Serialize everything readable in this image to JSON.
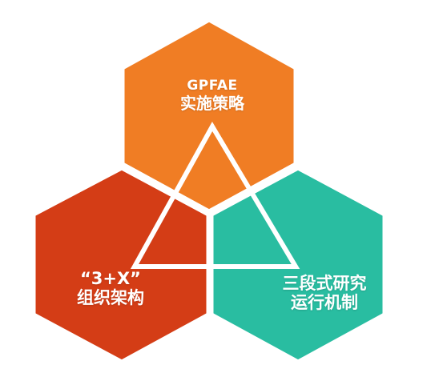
{
  "colors": {
    "top_hex": "#f07d24",
    "left_hex": "#d43d16",
    "right_hex": "#29bda1",
    "gap": "#ffffff",
    "triangle_stroke": "#ffffff"
  },
  "nodes": {
    "top": {
      "line1": "GPFAE",
      "line2": "实施策略"
    },
    "left": {
      "line1": "“3+X”",
      "line2": "组织架构"
    },
    "right": {
      "line1": "三段式研究",
      "line2": "运行机制"
    }
  }
}
